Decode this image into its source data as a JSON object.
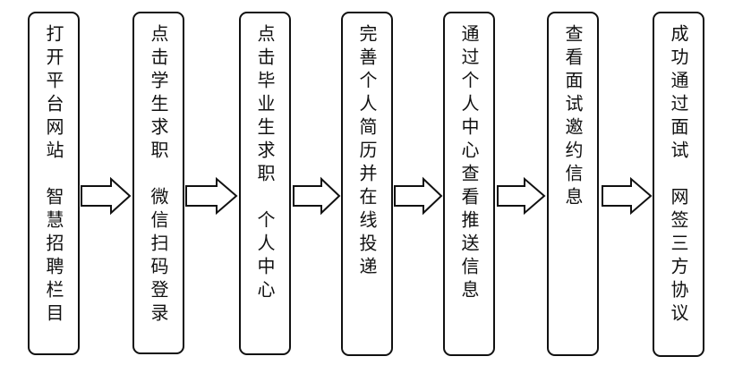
{
  "diagram": {
    "type": "flowchart",
    "direction": "left-to-right",
    "steps": [
      {
        "label": "打开平台网站　智慧招聘栏目"
      },
      {
        "label": "点击学生求职　微信扫码登录"
      },
      {
        "label": "点击毕业生求职　个人中心"
      },
      {
        "label": "完善个人简历并在线投递"
      },
      {
        "label": "通过个人中心查看推送信息"
      },
      {
        "label": "查看面试邀约信息"
      },
      {
        "label": "成功通过面试　网签三方协议"
      }
    ],
    "colors": {
      "line": "#111111",
      "background": "#ffffff"
    }
  }
}
